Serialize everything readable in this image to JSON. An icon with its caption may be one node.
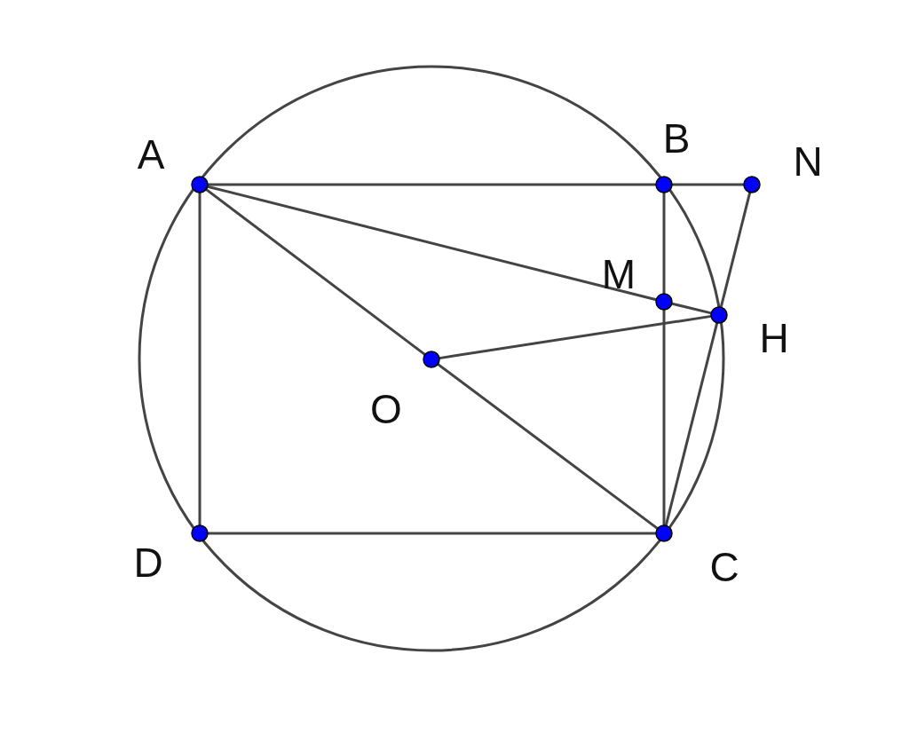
{
  "diagram": {
    "nodes": [
      {
        "text": [
          "A"
        ]
      },
      {
        "text": [
          "B"
        ]
      },
      {
        "text": [
          "N"
        ]
      },
      {
        "text": [
          "M"
        ]
      },
      {
        "text": [
          "H"
        ]
      },
      {
        "text": [
          "O"
        ]
      },
      {
        "text": [
          "D"
        ]
      },
      {
        "text": [
          "C"
        ]
      }
    ],
    "edges": [
      {
        "from": 0,
        "to": 1,
        "arrow": "none"
      },
      {
        "from": 1,
        "to": 2,
        "arrow": "none"
      },
      {
        "from": 0,
        "to": 6,
        "arrow": "none"
      },
      {
        "from": 6,
        "to": 7,
        "arrow": "none"
      },
      {
        "from": 1,
        "to": 3,
        "arrow": "none"
      },
      {
        "from": 3,
        "to": 7,
        "arrow": "none"
      },
      {
        "from": 0,
        "to": 3,
        "arrow": "none"
      },
      {
        "from": 3,
        "to": 4,
        "arrow": "none"
      },
      {
        "from": 0,
        "to": 5,
        "arrow": "none"
      },
      {
        "from": 5,
        "to": 7,
        "arrow": "none"
      },
      {
        "from": 5,
        "to": 4,
        "arrow": "none"
      },
      {
        "from": 2,
        "to": 4,
        "arrow": "none"
      },
      {
        "from": 4,
        "to": 7,
        "arrow": "none"
      }
    ]
  }
}
